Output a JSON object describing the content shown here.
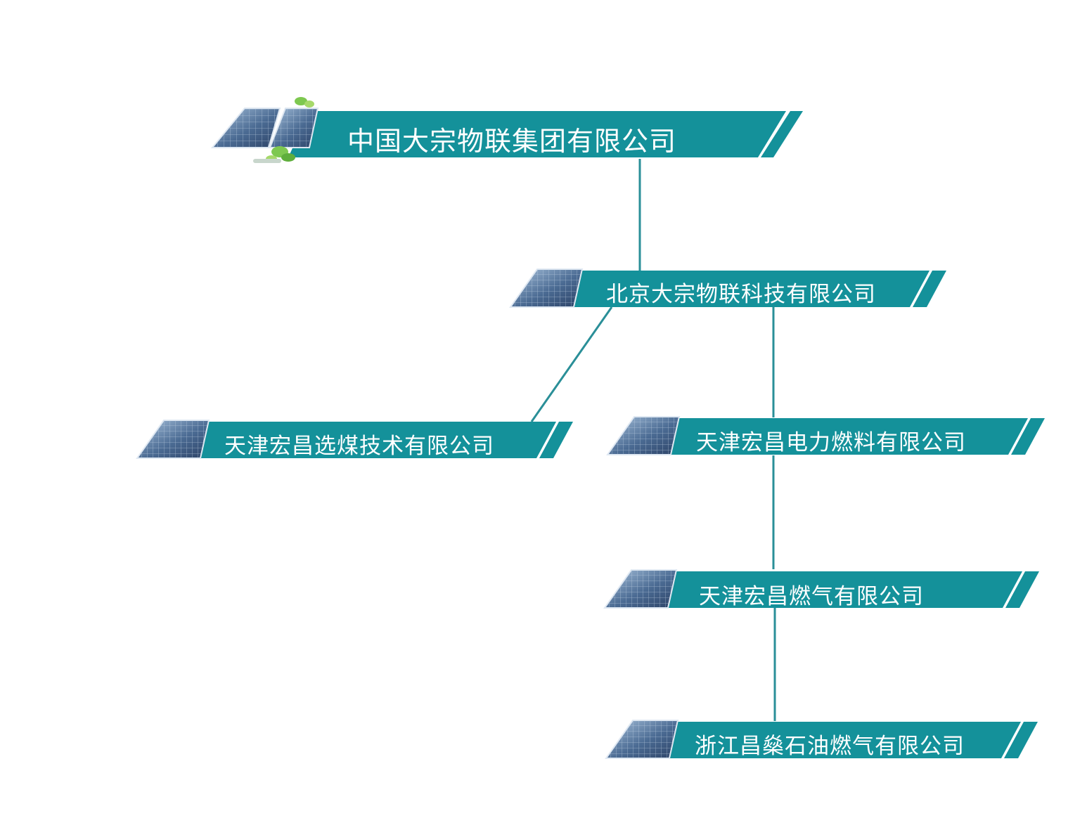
{
  "colors": {
    "banner": "#14919a",
    "line": "#2a8f98",
    "panel_dark": "#3c5a82",
    "panel_light": "#a9c3dd",
    "leaf": "#7ec850"
  },
  "nodes": [
    {
      "id": "root",
      "name": "中国大宗物联集团有限公司",
      "icon": "solar-panel-with-leaves-icon"
    },
    {
      "id": "beijing",
      "name": "北京大宗物联科技有限公司",
      "icon": "solar-panel-icon"
    },
    {
      "id": "coal",
      "name": "天津宏昌选煤技术有限公司",
      "icon": "solar-panel-icon"
    },
    {
      "id": "power",
      "name": "天津宏昌电力燃料有限公司",
      "icon": "solar-panel-icon"
    },
    {
      "id": "gas",
      "name": "天津宏昌燃气有限公司",
      "icon": "solar-panel-icon"
    },
    {
      "id": "zhejiang",
      "name": "浙江昌燊石油燃气有限公司",
      "icon": "solar-panel-icon"
    }
  ],
  "edges": [
    {
      "from": "root",
      "to": "beijing"
    },
    {
      "from": "beijing",
      "to": "coal"
    },
    {
      "from": "beijing",
      "to": "power"
    },
    {
      "from": "power",
      "to": "gas"
    },
    {
      "from": "gas",
      "to": "zhejiang"
    }
  ]
}
